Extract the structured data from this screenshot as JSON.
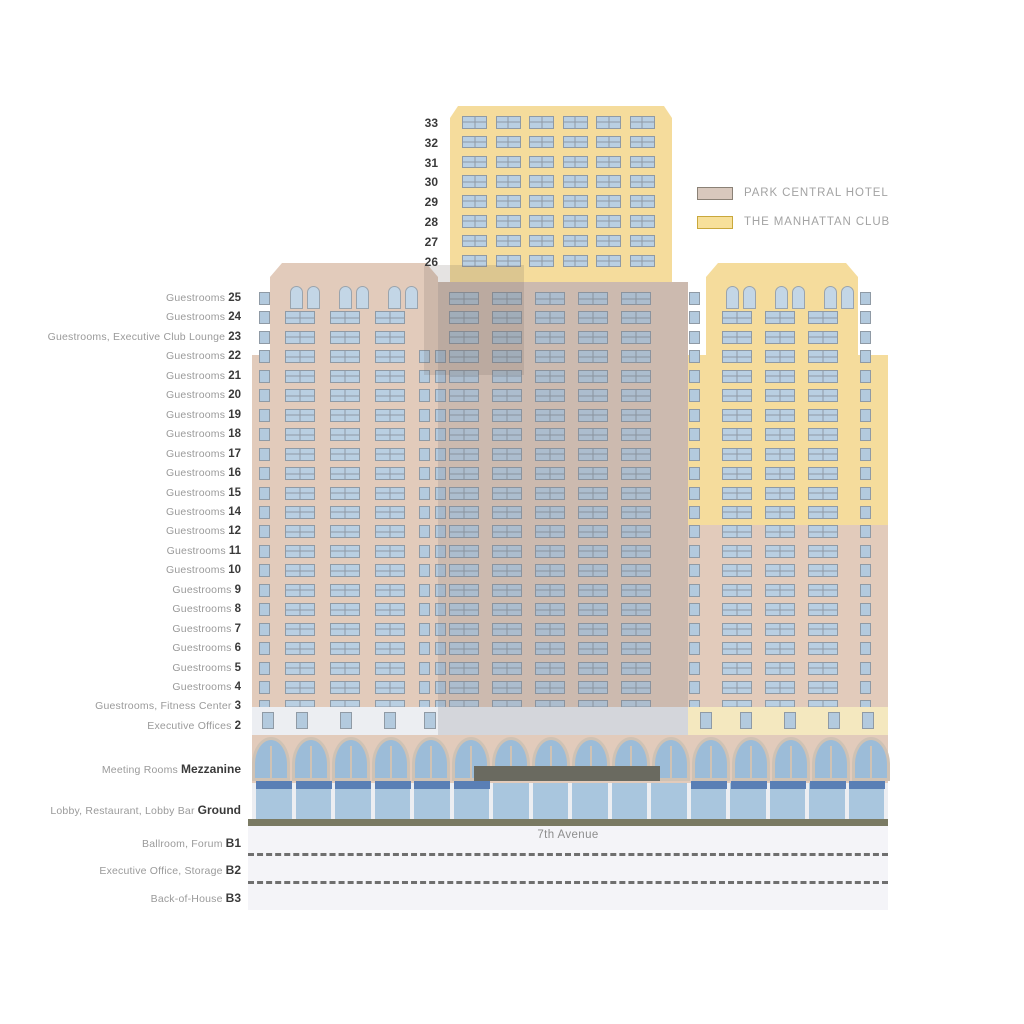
{
  "legend": {
    "items": [
      {
        "label": "PARK CENTRAL HOTEL",
        "color": "#d8c8bd",
        "border": "#8a8176",
        "swatch_name": "park-central-swatch"
      },
      {
        "label": "THE MANHATTAN CLUB",
        "color": "#f7e09a",
        "border": "#c9a83c",
        "swatch_name": "manhattan-club-swatch"
      }
    ]
  },
  "street": {
    "label": "7th Avenue"
  },
  "tower_floors": [
    {
      "number": "33"
    },
    {
      "number": "32"
    },
    {
      "number": "31"
    },
    {
      "number": "30"
    },
    {
      "number": "29"
    },
    {
      "number": "28"
    },
    {
      "number": "27"
    },
    {
      "number": "26"
    }
  ],
  "floors": [
    {
      "desc": "Guestrooms",
      "number": "25"
    },
    {
      "desc": "Guestrooms",
      "number": "24"
    },
    {
      "desc": "Guestrooms, Executive Club Lounge",
      "number": "23"
    },
    {
      "desc": "Guestrooms",
      "number": "22"
    },
    {
      "desc": "Guestrooms",
      "number": "21"
    },
    {
      "desc": "Guestrooms",
      "number": "20"
    },
    {
      "desc": "Guestrooms",
      "number": "19"
    },
    {
      "desc": "Guestrooms",
      "number": "18"
    },
    {
      "desc": "Guestrooms",
      "number": "17"
    },
    {
      "desc": "Guestrooms",
      "number": "16"
    },
    {
      "desc": "Guestrooms",
      "number": "15"
    },
    {
      "desc": "Guestrooms",
      "number": "14"
    },
    {
      "desc": "Guestrooms",
      "number": "12"
    },
    {
      "desc": "Guestrooms",
      "number": "11"
    },
    {
      "desc": "Guestrooms",
      "number": "10"
    },
    {
      "desc": "Guestrooms",
      "number": "9"
    },
    {
      "desc": "Guestrooms",
      "number": "8"
    },
    {
      "desc": "Guestrooms",
      "number": "7"
    },
    {
      "desc": "Guestrooms",
      "number": "6"
    },
    {
      "desc": "Guestrooms",
      "number": "5"
    },
    {
      "desc": "Guestrooms",
      "number": "4"
    },
    {
      "desc": "Guestrooms, Fitness Center",
      "number": "3"
    },
    {
      "desc": "Executive Offices",
      "number": "2"
    }
  ],
  "special_floors": [
    {
      "desc": "Meeting Rooms",
      "number": "Mezzanine"
    },
    {
      "desc": "Lobby, Restaurant, Lobby Bar",
      "number": "Ground"
    }
  ],
  "basement_floors": [
    {
      "desc": "Ballroom, Forum",
      "number": "B1"
    },
    {
      "desc": "Executive Office, Storage",
      "number": "B2"
    },
    {
      "desc": "Back-of-House",
      "number": "B3"
    }
  ]
}
